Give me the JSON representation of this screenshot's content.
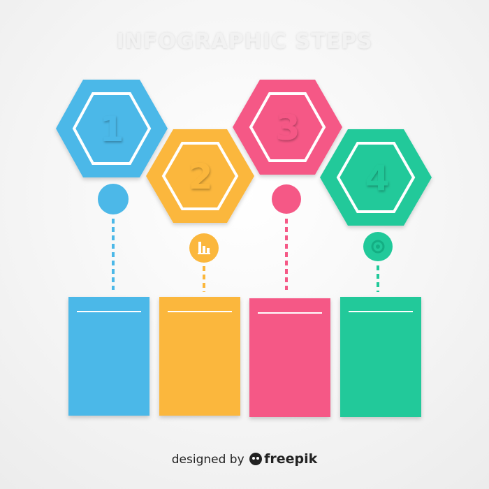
{
  "title": "INFOGRAPHIC STEPS",
  "steps": [
    {
      "number": "1",
      "color": "#4cb8e8",
      "shadow": "#3a9fcc",
      "icon": "blank-circle-icon"
    },
    {
      "number": "2",
      "color": "#fbb73c",
      "shadow": "#e39f28",
      "icon": "bar-chart-icon"
    },
    {
      "number": "3",
      "color": "#f55886",
      "shadow": "#de426f",
      "icon": "blank-circle-icon"
    },
    {
      "number": "4",
      "color": "#21c99a",
      "shadow": "#14ae83",
      "icon": "gear-icon"
    }
  ],
  "footer": {
    "prefix": "designed by",
    "brand": "freepik"
  }
}
